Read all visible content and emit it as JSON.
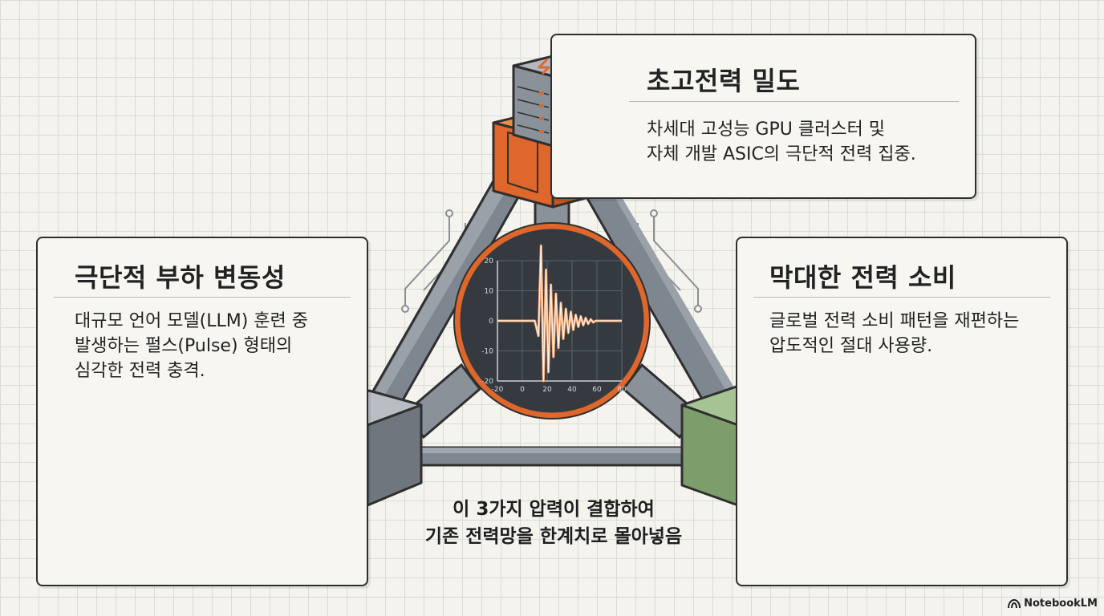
{
  "panels": {
    "top": {
      "title": "초고전력 밀도",
      "lines": [
        "차세대 고성능 GPU 클러스터 및",
        "자체 개발 ASIC의 극단적 전력 집중."
      ]
    },
    "left": {
      "title": "극단적 부하 변동성",
      "lines": [
        "대규모 언어 모델(LLM) 훈련 중",
        "발생하는 펄스(Pulse) 형태의",
        "심각한 전력 충격."
      ]
    },
    "right": {
      "title": "막대한 전력 소비",
      "lines": [
        "글로벌 전력 소비 패턴을 재편하는",
        "압도적인 절대 사용량."
      ]
    }
  },
  "caption": {
    "lines": [
      "이 3가지 압력이 결합하여",
      "기존 전력망을 한계치로 몰아넣음"
    ]
  },
  "chart_data": {
    "type": "line",
    "x_ticks": [
      "-20",
      "0",
      "20",
      "40",
      "60",
      "80"
    ],
    "y_ticks": [
      "20",
      "10",
      "0",
      "-10",
      "-20"
    ],
    "xlim": [
      -20,
      80
    ],
    "ylim": [
      -20,
      20
    ],
    "grid": true,
    "series": [
      {
        "x": [
          -20,
          10,
          13,
          15,
          17,
          19,
          21,
          23,
          25,
          27,
          29,
          31,
          33,
          35,
          37,
          39,
          41,
          43,
          45,
          47,
          49,
          51,
          53,
          55,
          57,
          59,
          80
        ],
        "y": [
          0,
          0,
          -5,
          25,
          -20,
          17,
          -17,
          12,
          -12,
          9,
          -9,
          6,
          -6,
          4,
          -4,
          3,
          -3,
          2,
          -2,
          1.5,
          -1.5,
          1,
          -1,
          0.5,
          -0.5,
          0,
          0
        ]
      }
    ]
  },
  "colors": {
    "accent_orange": "#e0672b",
    "accent_blue": "#4f7aa5",
    "accent_green": "#7d9e6b",
    "frame_gray": "#7e868f",
    "ink": "#2f2f2f"
  },
  "icons": {
    "top_node": "server-lightning-icon",
    "left_node": "pulse-wave-icon",
    "right_node": "lightning-icon",
    "left_panel": "volatile-signal-arrow-icon",
    "right_panel": "globe-cycle-arrow-icon",
    "brand": "notebooklm-logo-icon"
  },
  "brand": {
    "name": "NotebookLM"
  }
}
